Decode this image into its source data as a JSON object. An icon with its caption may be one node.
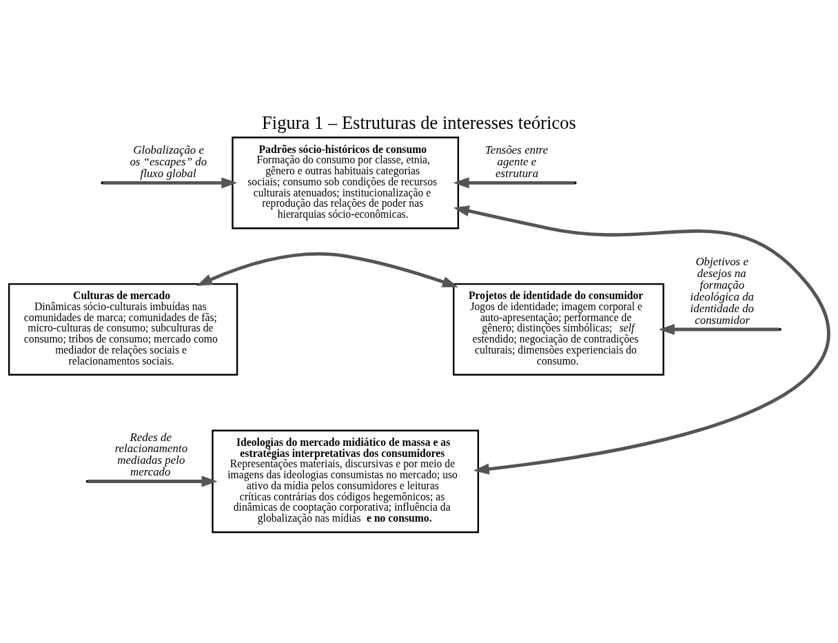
{
  "diagram": {
    "title": "Figura 1 – Estruturas de interesses teóricos",
    "nodes": [
      {
        "text": [
          "Padrões sócio-históricos de consumo",
          "Formação do consumo por classe, etnia, gênero e outras habituais categorias sociais; consumo sob condições de recursos culturais atenuados; institucionalização e reprodução das relações de poder nas hierarquias sócio-econômicas."
        ]
      },
      {
        "text": [
          "Culturas de mercado",
          "Dinâmicas sócio-culturais imbuídas nas comunidades de marca; comunidades de fãs; micro-culturas de consumo; subculturas de consumo; tribos de consumo; mercado como mediador de relações sociais e relacionamentos sociais."
        ]
      },
      {
        "text": [
          "Projetos de identidade do consumidor",
          "Jogos de identidade; imagem corporal e auto-apresentação; performance de gênero; distinções simbólicas; *self* estendido; negociação de contradições culturais; dimensões experienciais do consumo."
        ]
      },
      {
        "text": [
          "Ideologias do mercado midiático de massa e as estratégias interpretativas dos consumidores",
          "Representações materiais, discursivas e por meio de imagens das ideologias consumistas no mercado; uso ativo da mídia pelos consumidores e leituras críticas contrárias dos códigos hegemônicos; as dinâmicas de cooptação corporativa; influência da globalização nas mídias **e no consumo.**"
        ]
      }
    ],
    "edges": [
      {
        "from": null,
        "to": 0,
        "arrow": "to",
        "label": "Globalização e os “escapes” do fluxo global"
      },
      {
        "from": null,
        "to": 0,
        "arrow": "to",
        "label": "Tensões entre agente e estrutura"
      },
      {
        "from": 1,
        "to": 2,
        "arrow": "both"
      },
      {
        "from": 0,
        "to": 3,
        "arrow": "both"
      },
      {
        "from": null,
        "to": 3,
        "arrow": "to",
        "label": "Redes de relacionamento mediadas pelo mercado"
      },
      {
        "from": null,
        "to": 2,
        "arrow": "to",
        "label": "Objetivos e desejos na formação ideológica da identidade do consumidor"
      }
    ]
  }
}
